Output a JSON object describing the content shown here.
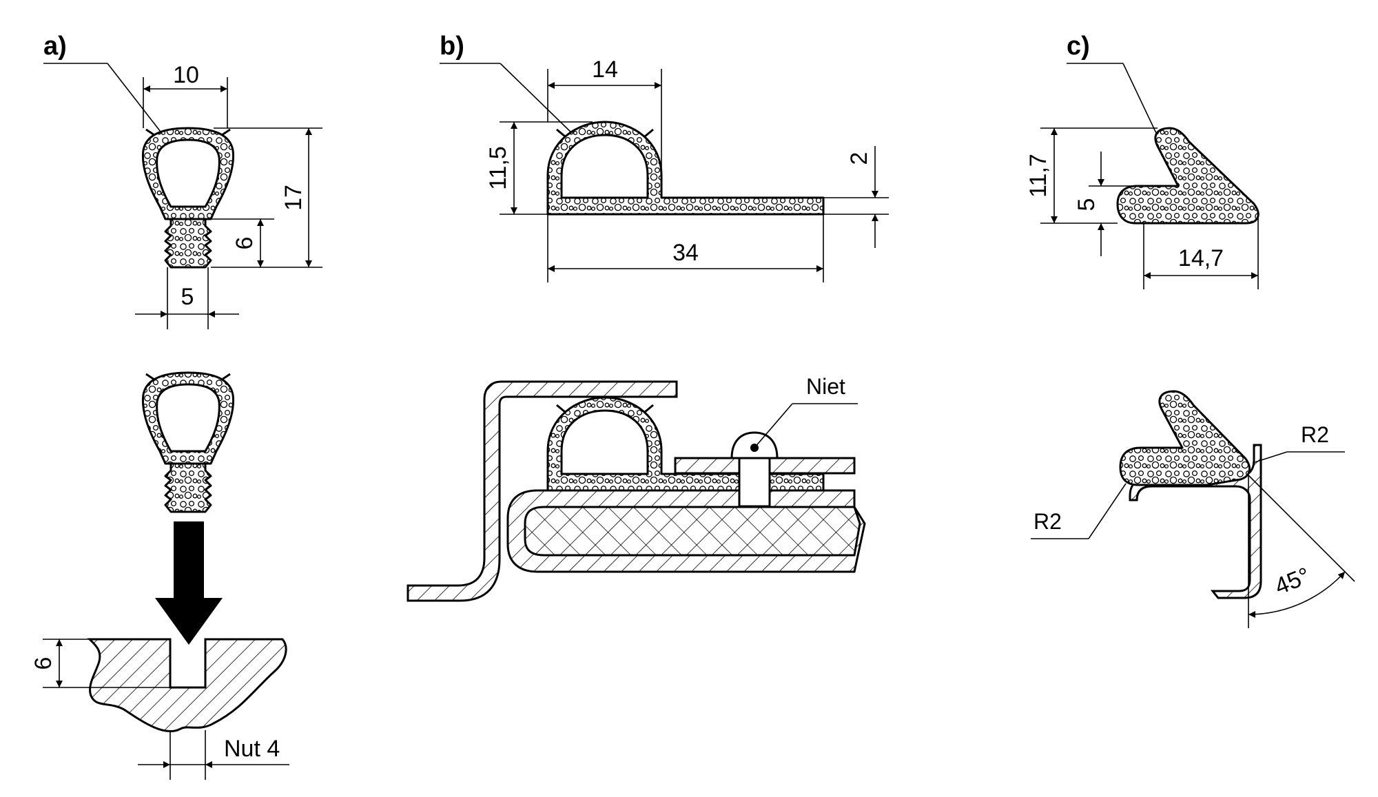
{
  "figure": {
    "panel_a": {
      "label": "a)",
      "dim_width": "10",
      "dim_height": "17",
      "dim_foot": "6",
      "dim_foot_width": "5",
      "groove_depth": "6",
      "groove_label": "Nut 4"
    },
    "panel_b": {
      "label": "b)",
      "dim_bulb_width": "14",
      "dim_height": "11,5",
      "dim_thickness": "2",
      "dim_length": "34",
      "rivet_label": "Niet"
    },
    "panel_c": {
      "label": "c)",
      "dim_height": "11,7",
      "dim_base": "5",
      "dim_width": "14,7",
      "radius_top": "R2",
      "radius_left": "R2",
      "angle": "45°"
    }
  }
}
